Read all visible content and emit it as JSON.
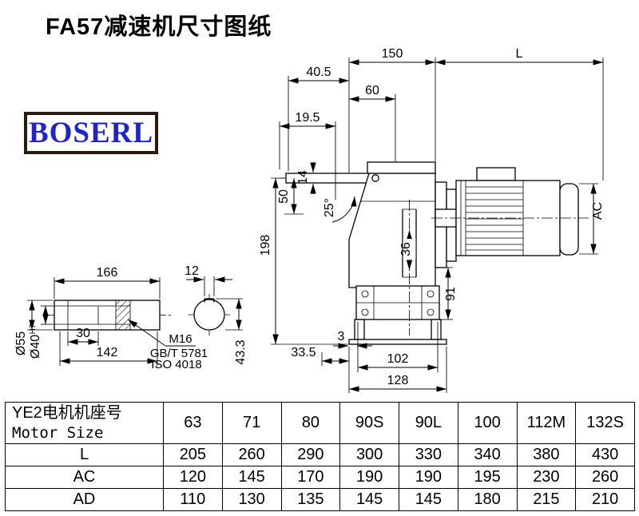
{
  "page": {
    "title": "FA57减速机尺寸图纸",
    "logo_text": "BOSERL"
  },
  "dims": {
    "top_150": "150",
    "top_l": "L",
    "top_40_5": "40.5",
    "top_60": "60",
    "top_19_5": "19.5",
    "left_50": "50",
    "left_14": "14",
    "left_198": "198",
    "angle_25": "25°",
    "bore_36": "36",
    "right_91": "91",
    "right_ac": "AC",
    "bot_3": "3",
    "bot_33_5": "33.5",
    "bot_102": "102",
    "bot_128": "128",
    "shaft_166": "166",
    "shaft_30": "30",
    "shaft_142": "142",
    "dia_55": "Ø55",
    "dia_40": "Ø40",
    "dia_40_tol": "H7",
    "key_12": "12",
    "key_43_3": "43.3",
    "thread_m16": "M16",
    "thread_gb": "GB/T 5781",
    "thread_iso": "ISO 4018"
  },
  "table": {
    "header_cn": "YE2电机机座号",
    "header_en": "Motor Size",
    "sizes": [
      "63",
      "71",
      "80",
      "90S",
      "90L",
      "100",
      "112M",
      "132S"
    ],
    "rows": [
      {
        "label": "L",
        "values": [
          "205",
          "260",
          "290",
          "300",
          "330",
          "340",
          "380",
          "430"
        ]
      },
      {
        "label": "AC",
        "values": [
          "120",
          "145",
          "170",
          "190",
          "190",
          "195",
          "230",
          "260"
        ]
      },
      {
        "label": "AD",
        "values": [
          "110",
          "130",
          "135",
          "145",
          "145",
          "180",
          "215",
          "210"
        ]
      }
    ]
  }
}
